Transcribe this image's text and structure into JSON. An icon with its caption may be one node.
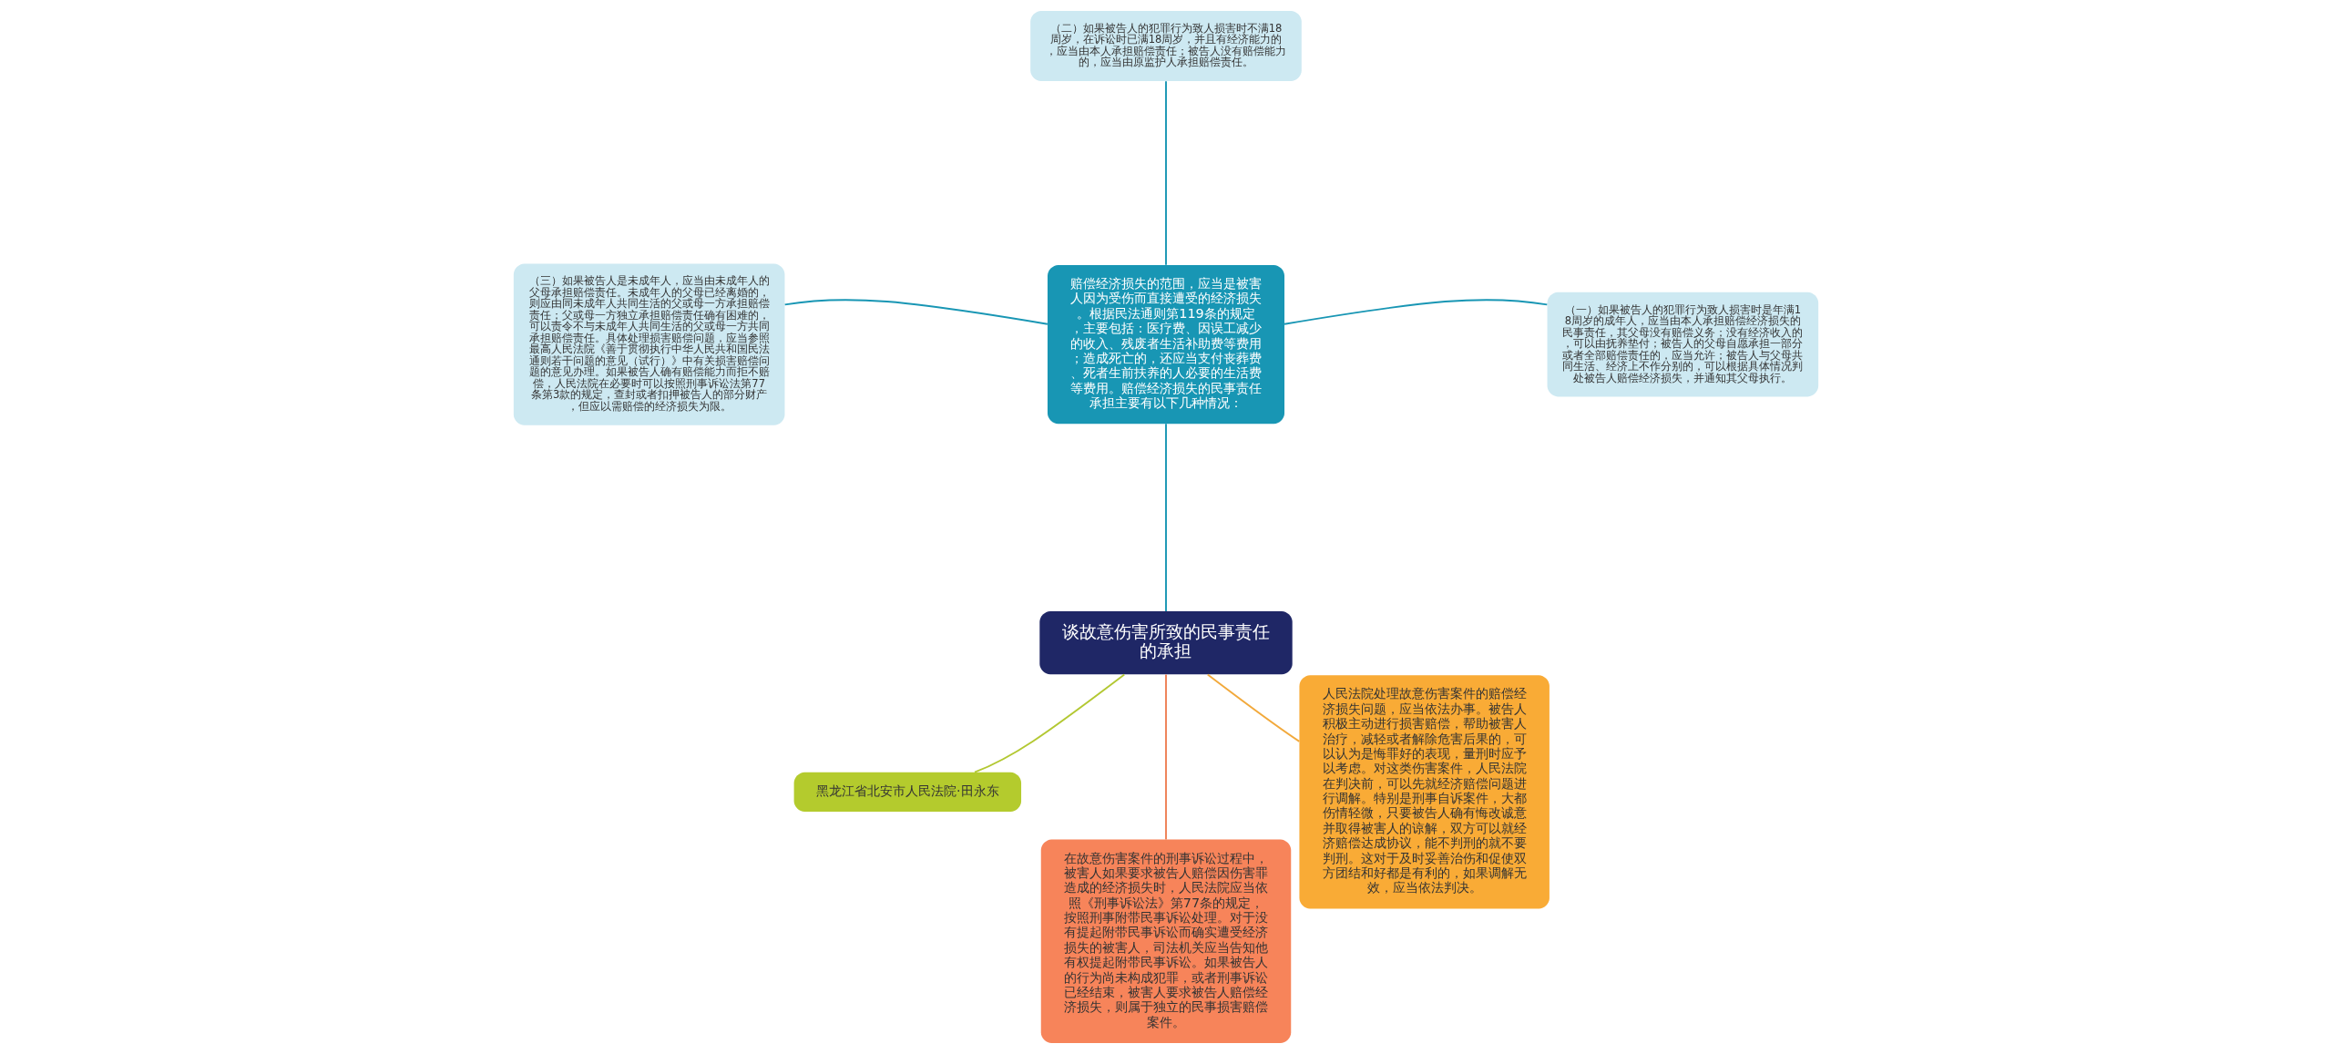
{
  "diagram": {
    "nodes": [
      {
        "text": [
          "谈故意伤害所致的民事责任的承担"
        ]
      },
      {
        "text": [
          "赔偿经济损失的范围，应当是被害人因为受伤而直接遭受的经济损失。根据民法通则第119条的规定，主要包括：医疗费、因误工减少的收入、残废者生活补助费等费用；造成死亡的，还应当支付丧葬费、死者生前扶养的人必要的生活费等费用。赔偿经济损失的民事责任承担主要有以下几种情况："
        ]
      },
      {
        "text": [
          "（一）如果被告人的犯罪行为致人损害时是年满18周岁的成年人，应当由本人承担赔偿经济损失的民事责任，其父母没有赔偿义务；没有经济收入的，可以由抚养垫付；被告人的父母自愿承担一部分或者全部赔偿责任的，应当允许；被告人与父母共同生活、经济上不作分别的，可以根据具体情况判处被告人赔偿经济损失，并通知其父母执行。"
        ]
      },
      {
        "text": [
          "（二）如果被告人的犯罪行为致人损害时不满18周岁，在诉讼时已满18周岁，并且有经济能力的，应当由本人承担赔偿责任；被告人没有赔偿能力的，应当由原监护人承担赔偿责任。"
        ]
      },
      {
        "text": [
          "（三）如果被告人是未成年人，应当由未成年人的父母承担赔偿责任。未成年人的父母已经离婚的，则应由同未成年人共同生活的父或母一方承担赔偿责任；父或母一方独立承担赔偿责任确有困难的，可以责令不与未成年人共同生活的父或母一方共同承担赔偿责任。具体处理损害赔偿问题，应当参照最高人民法院《善于贯彻执行中华人民共和国民法通则若干问题的意见（试行）》中有关损害赔偿问题的意见办理。如果被告人确有赔偿能力而拒不赔偿，人民法院在必要时可以按照刑事诉讼法第77条第3款的规定，查封或者扣押被告人的部分财产，但应以需赔偿的经济损失为限。"
        ]
      },
      {
        "text": [
          "黑龙江省北安市人民法院·田永东"
        ]
      },
      {
        "text": [
          "在故意伤害案件的刑事诉讼过程中，被害人如果要求被告人赔偿因伤害罪造成的经济损失时，人民法院应当依照《刑事诉讼法》第77条的规定，按照刑事附带民事诉讼处理。对于没有提起附带民事诉讼而确实遭受经济损失的被害人，司法机关应当告知他有权提起附带民事诉讼。如果被告人的行为尚未构成犯罪，或者刑事诉讼已经结束，被害人要求被告人赔偿经济损失，则属于独立的民事损害赔偿案件。"
        ]
      },
      {
        "text": [
          "人民法院处理故意伤害案件的赔偿经济损失问题，应当依法办事。被告人积极主动进行损害赔偿，帮助被害人治疗，减轻或者解除危害后果的，可以认为是悔罪好的表现，量刑时应予以考虑。对这类伤害案件，人民法院在判决前，可以先就经济赔偿问题进行调解。特别是刑事自诉案件，大都伤情轻微，只要被告人确有悔改诚意并取得被害人的谅解，双方可以就经济赔偿达成协议，能不判刑的就不要判刑。这对于及时妥善治伤和促使双方团结和好都是有利的，如果调解无效，应当依法判决。"
        ]
      }
    ],
    "edges": [
      {
        "from": 0,
        "to": 1,
        "arrow": "none"
      },
      {
        "from": 1,
        "to": 2,
        "arrow": "none"
      },
      {
        "from": 1,
        "to": 3,
        "arrow": "none"
      },
      {
        "from": 1,
        "to": 4,
        "arrow": "none"
      },
      {
        "from": 0,
        "to": 5,
        "arrow": "none",
        "color": "#b3c832"
      },
      {
        "from": 0,
        "to": 6,
        "arrow": "none",
        "color": "#ef8156"
      },
      {
        "from": 0,
        "to": 7,
        "arrow": "none",
        "color": "#f2a93b"
      }
    ]
  }
}
